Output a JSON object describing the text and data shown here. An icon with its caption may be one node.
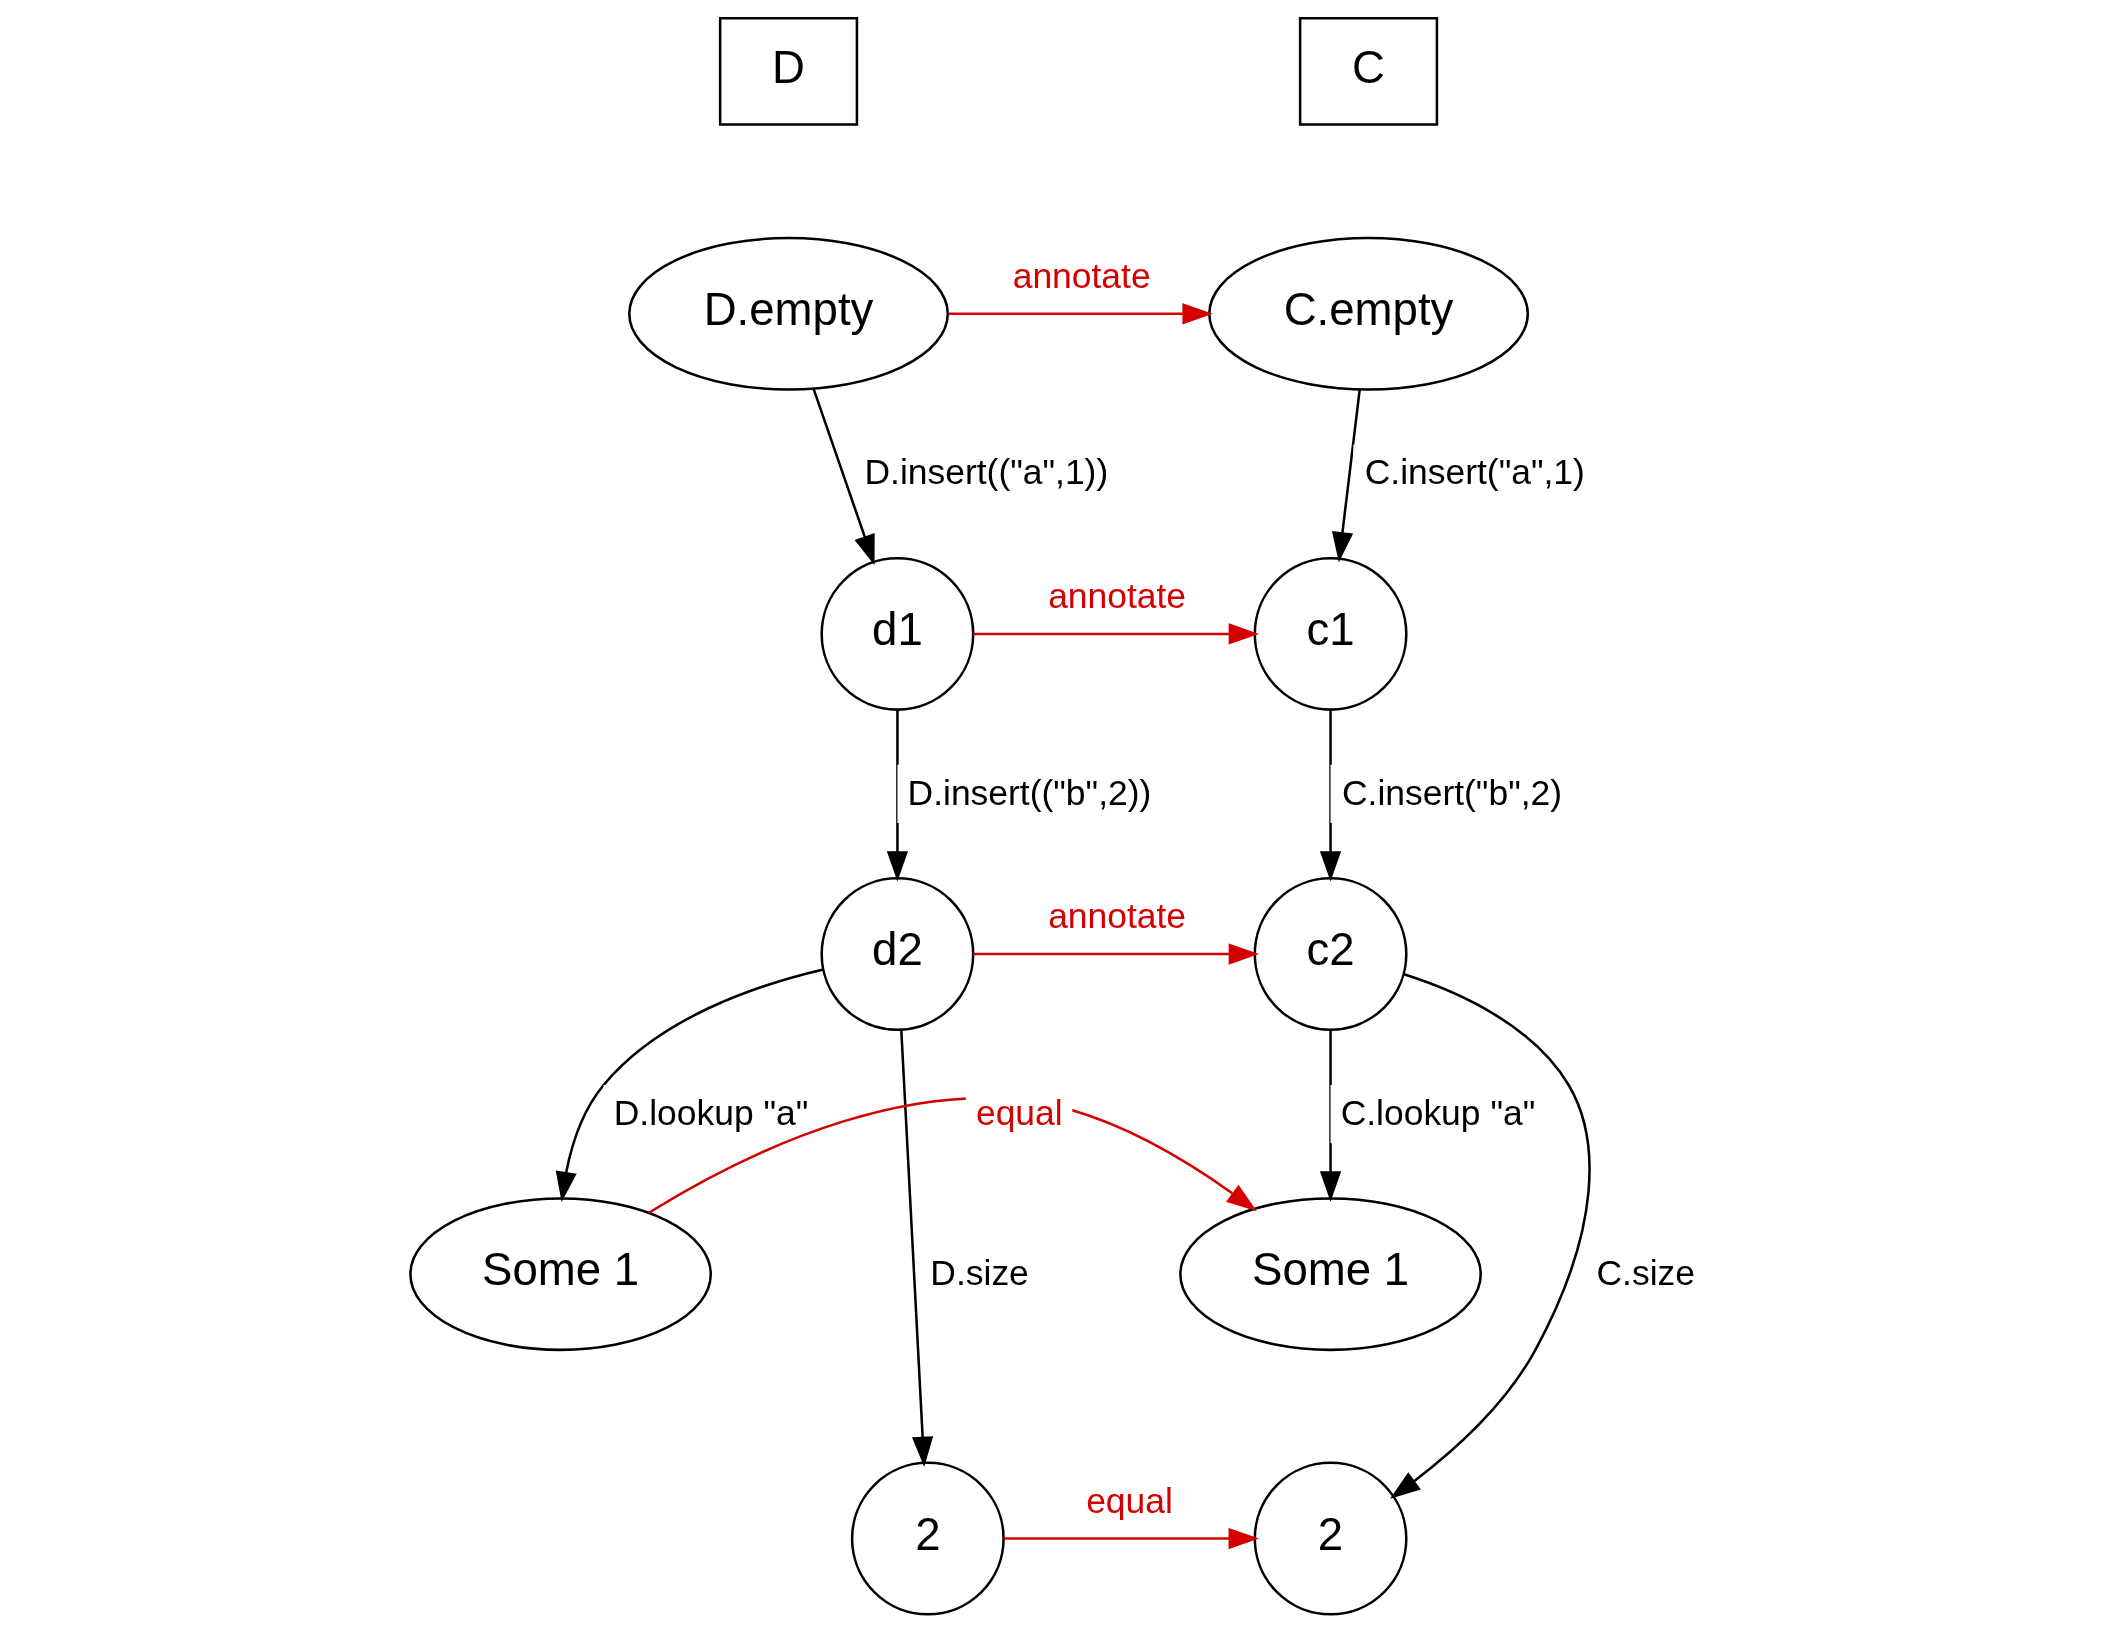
{
  "diagram": {
    "nodes": [
      {
        "text": [
          "D"
        ]
      },
      {
        "text": [
          "C"
        ]
      },
      {
        "text": [
          "D.empty"
        ]
      },
      {
        "text": [
          "C.empty"
        ]
      },
      {
        "text": [
          "d1"
        ]
      },
      {
        "text": [
          "c1"
        ]
      },
      {
        "text": [
          "d2"
        ]
      },
      {
        "text": [
          "c2"
        ]
      },
      {
        "text": [
          "Some 1"
        ]
      },
      {
        "text": [
          "2"
        ]
      },
      {
        "text": [
          "Some 1"
        ]
      },
      {
        "text": [
          "2"
        ]
      }
    ],
    "edges": [
      {
        "from": 2,
        "to": 3,
        "arrow": "to",
        "label": "annotate",
        "color": "#d40000"
      },
      {
        "from": 2,
        "to": 4,
        "arrow": "to",
        "label": "D.insert((\"a\",1))"
      },
      {
        "from": 3,
        "to": 5,
        "arrow": "to",
        "label": "C.insert(\"a\",1)"
      },
      {
        "from": 4,
        "to": 5,
        "arrow": "to",
        "label": "annotate",
        "color": "#d40000"
      },
      {
        "from": 4,
        "to": 6,
        "arrow": "to",
        "label": "D.insert((\"b\",2))"
      },
      {
        "from": 5,
        "to": 7,
        "arrow": "to",
        "label": "C.insert(\"b\",2)"
      },
      {
        "from": 6,
        "to": 7,
        "arrow": "to",
        "label": "annotate",
        "color": "#d40000"
      },
      {
        "from": 6,
        "to": 8,
        "arrow": "to",
        "label": "D.lookup \"a\""
      },
      {
        "from": 6,
        "to": 9,
        "arrow": "to",
        "label": "D.size"
      },
      {
        "from": 7,
        "to": 10,
        "arrow": "to",
        "label": "C.lookup \"a\""
      },
      {
        "from": 7,
        "to": 11,
        "arrow": "to",
        "label": "C.size"
      },
      {
        "from": 8,
        "to": 10,
        "arrow": "to",
        "label": "equal",
        "color": "#d40000"
      },
      {
        "from": 9,
        "to": 11,
        "arrow": "to",
        "label": "equal",
        "color": "#d40000"
      }
    ]
  }
}
